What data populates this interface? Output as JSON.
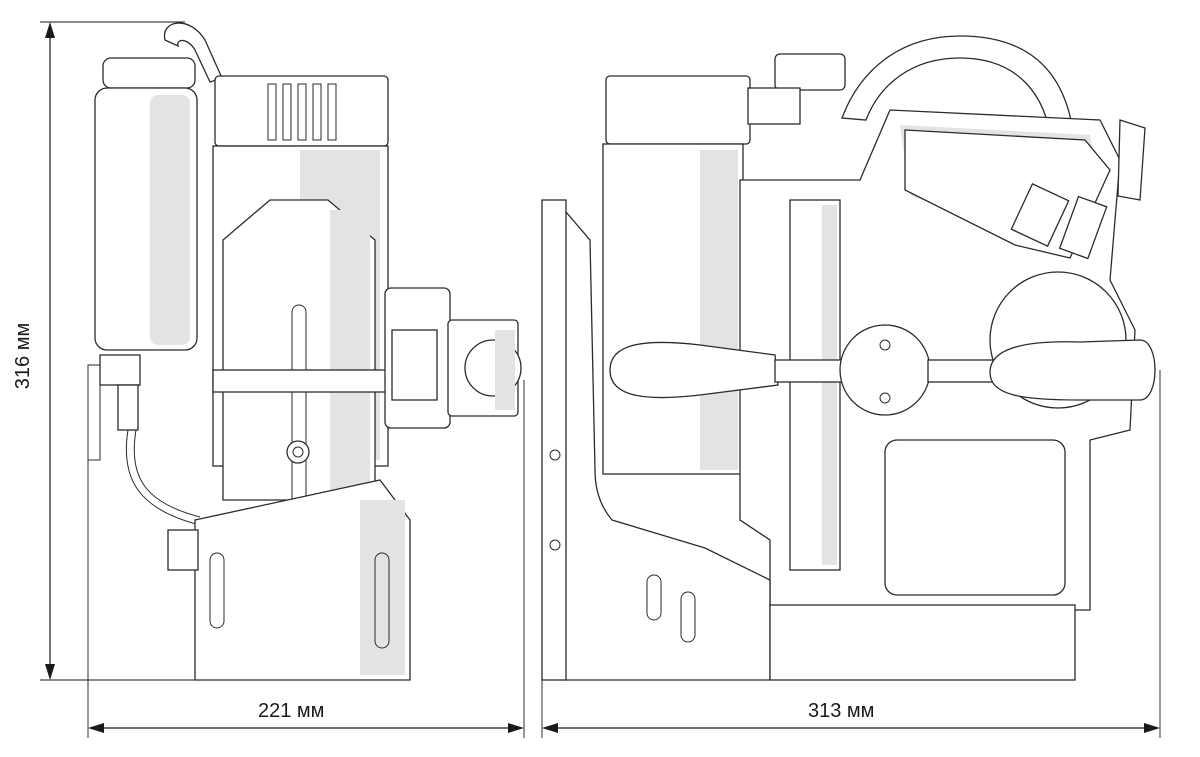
{
  "dimensions": {
    "height": "316 мм",
    "width_side": "221 мм",
    "width_front": "313 мм"
  },
  "colors": {
    "line": "#2b2b2b",
    "shade": "#e3e3e3",
    "background": "#ffffff"
  }
}
